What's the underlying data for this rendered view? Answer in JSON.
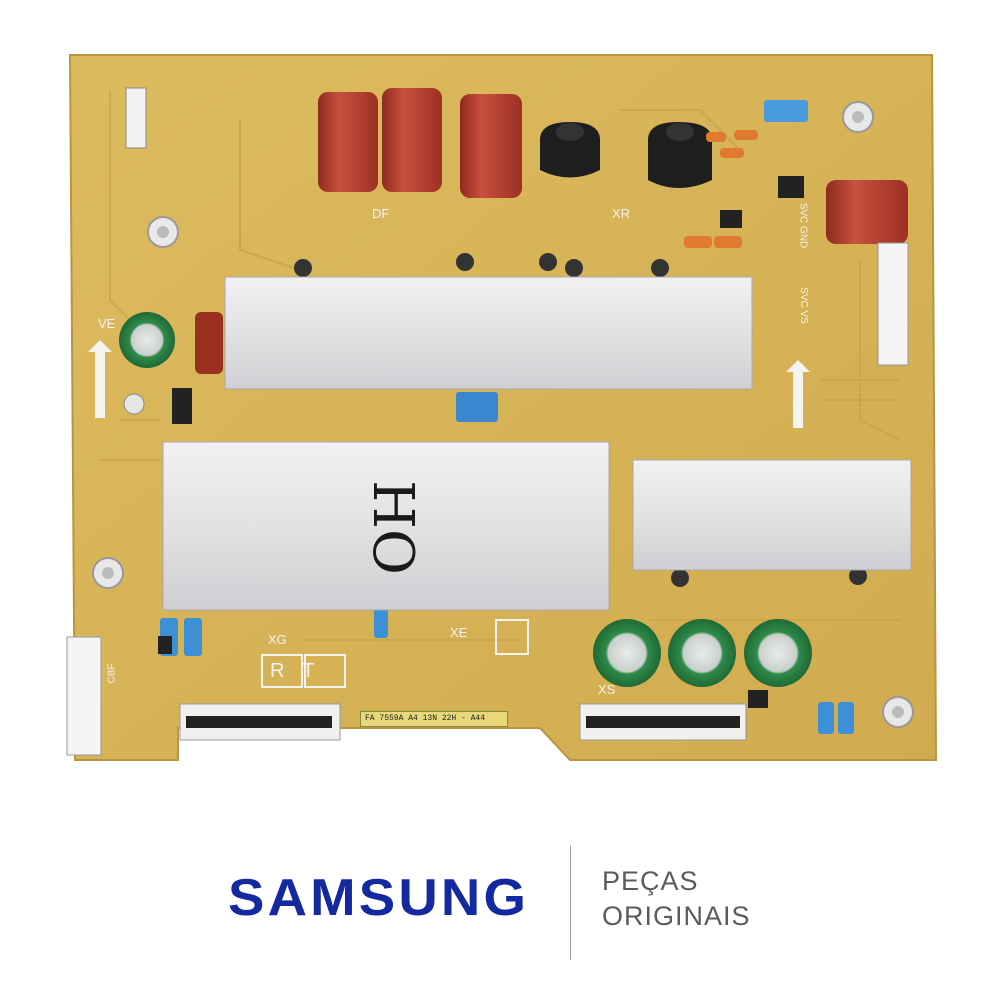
{
  "image": {
    "description_free": true,
    "colors": {
      "pcb": "#d9b65a",
      "pcb_dark": "#c79f44",
      "heatsink": "#e4e4e6",
      "capacitor_red": "#b83a2c",
      "capacitor_green": "#2f8a4a",
      "film_cap_blue": "#3d8fd6",
      "brand_blue": "#1428A0"
    }
  },
  "board": {
    "heatsink_marking": "HO",
    "label_sticker": "FA 7559A A4 13N 22H - A44",
    "silk_xg": "XG",
    "silk_rt": "RT",
    "silk_xs": "XS",
    "silk_xe": "XE",
    "silk_xr": "XR",
    "silk_df": "DF",
    "silk_ve": "VE",
    "silk_cbf": "CBF",
    "silk_svc_vs": "SVC VS",
    "silk_svc_gnd": "SVC GND"
  },
  "brand": {
    "logo_text": "SAMSUNG",
    "tagline_line1": "PEÇAS",
    "tagline_line2": "ORIGINAIS"
  }
}
